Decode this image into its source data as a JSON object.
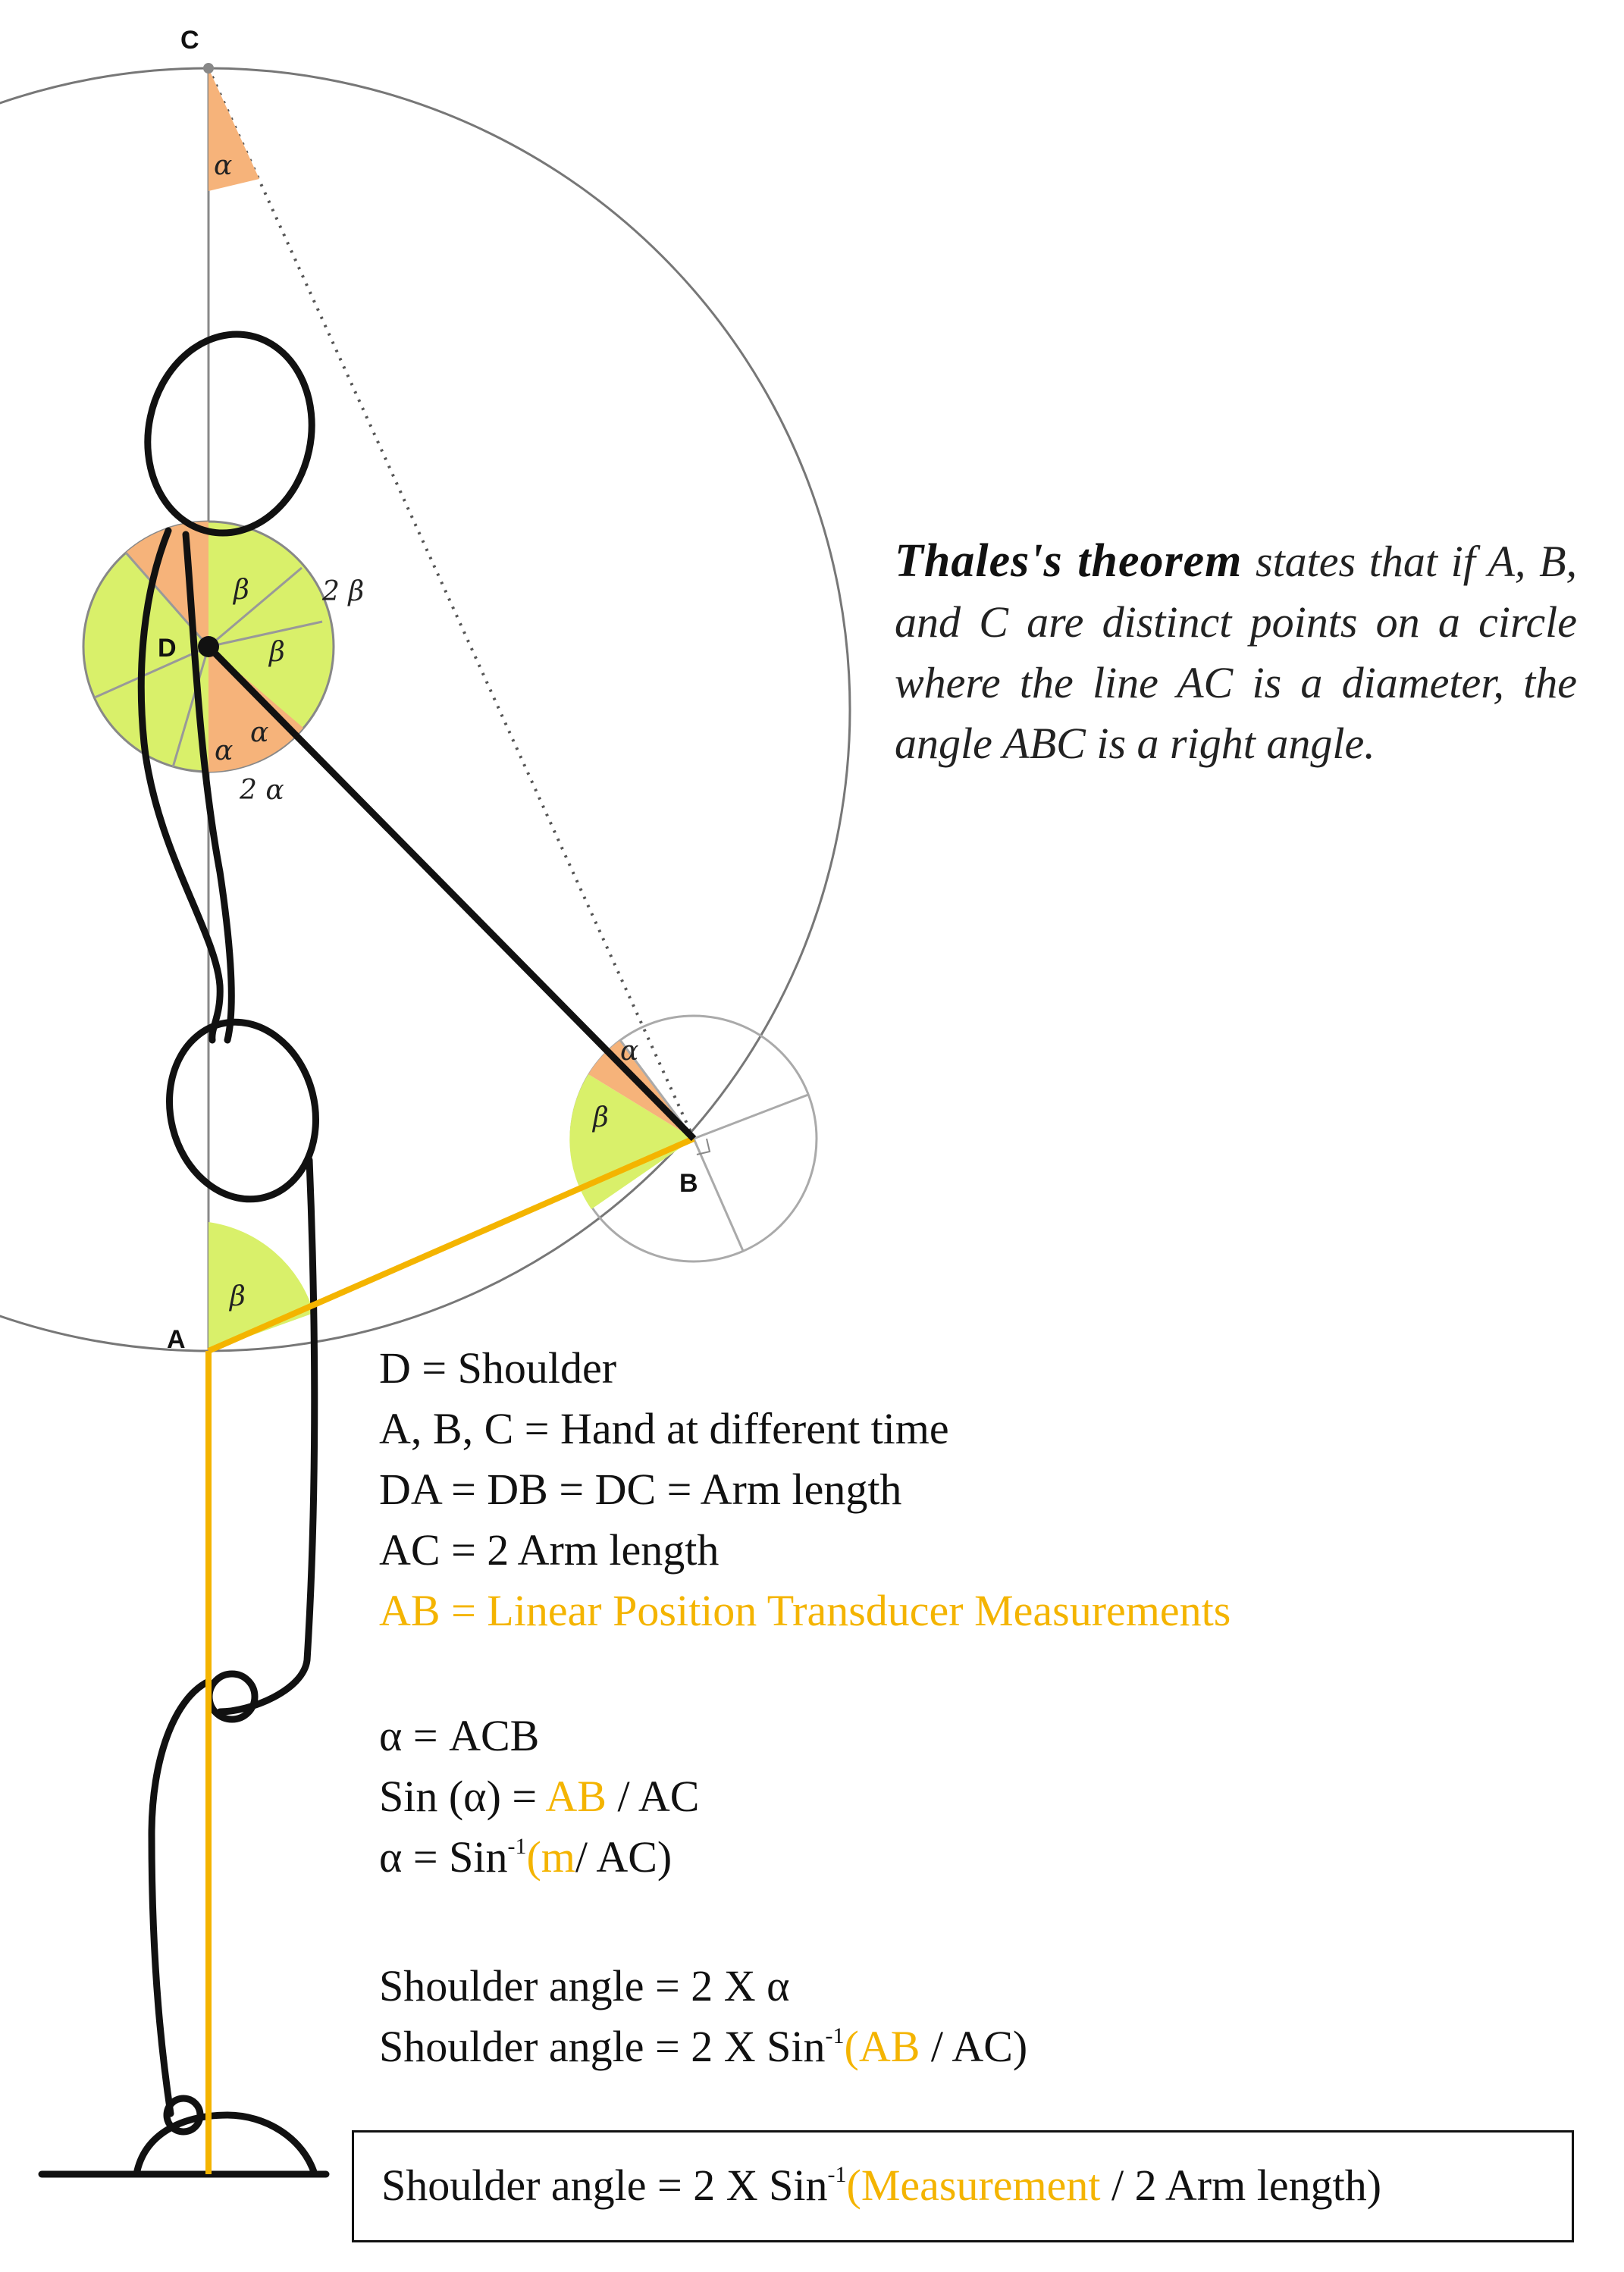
{
  "points": {
    "A": "A",
    "B": "B",
    "C": "C",
    "D": "D"
  },
  "angles": {
    "alpha": "α",
    "beta": "β",
    "two_alpha": "2 α",
    "two_beta": "2 β"
  },
  "theorem": {
    "title": "Thales's theorem",
    "text": " states that if A, B, and C are distinct points on a circle where the line AC is a diameter, the angle ABC is a right angle."
  },
  "definitions": [
    "D = Shoulder",
    "A, B, C = Hand at different time",
    "DA = DB = DC = Arm length",
    "AC = 2 Arm length"
  ],
  "measurement_definition": "AB = Linear Position Transducer Measurements",
  "equations": {
    "alpha_def": "α = ACB",
    "sin_prefix": "Sin (α) = ",
    "sin_ab": "AB",
    "sin_suffix": " / AC",
    "inv_prefix": "α = Sin",
    "inv_sup": "-1",
    "inv_open": "(",
    "inv_m": "m",
    "inv_suffix": "/ AC)"
  },
  "shoulder": {
    "line1": "Shoulder angle = 2 X α",
    "line2_prefix": "Shoulder angle = 2 X Sin",
    "line2_sup": "-1",
    "line2_open": "(",
    "line2_ab": "AB",
    "line2_suffix": " / AC)"
  },
  "result": {
    "prefix": "Shoulder angle = 2 X Sin",
    "sup": "-1",
    "open": "(",
    "measurement": "Measurement",
    "suffix": " / 2 Arm length)"
  },
  "colors": {
    "measurement": "#f4b400",
    "alpha_fill": "#f6b37a",
    "beta_fill": "#d9f06a",
    "circle_stroke": "#777777"
  }
}
